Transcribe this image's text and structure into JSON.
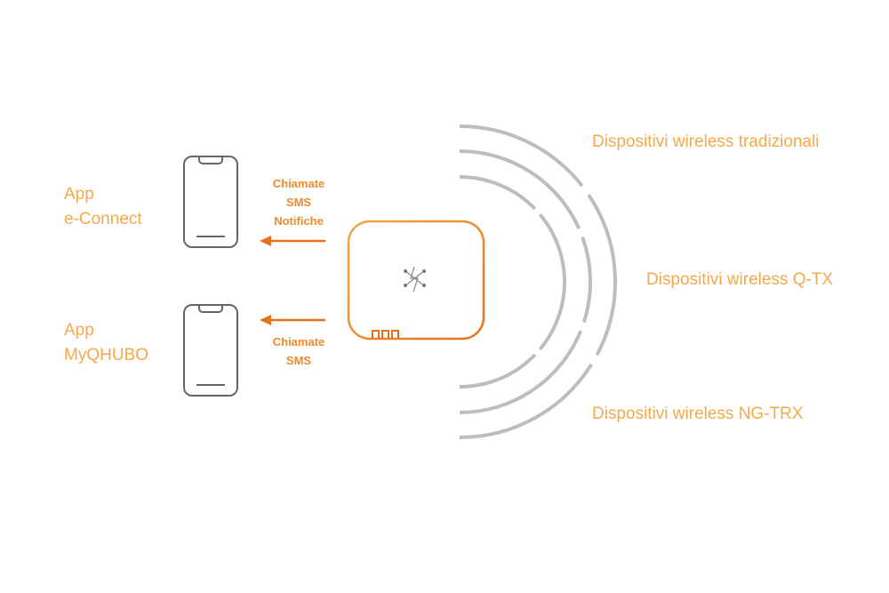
{
  "apps": [
    {
      "line1": "App",
      "line2": "e-Connect",
      "messages": [
        "Chiamate",
        "SMS",
        "Notifiche"
      ]
    },
    {
      "line1": "App",
      "line2": "MyQHUBO",
      "messages": [
        "Chiamate",
        "SMS"
      ]
    }
  ],
  "wireless": [
    "Dispositivi wireless tradizionali",
    "Dispositivi wireless Q-TX",
    "Dispositivi wireless NG-TRX"
  ],
  "colors": {
    "label": "#f5a94a",
    "arrow": "#e8701a",
    "arc": "#bdbdbd",
    "phone": "#666666"
  }
}
